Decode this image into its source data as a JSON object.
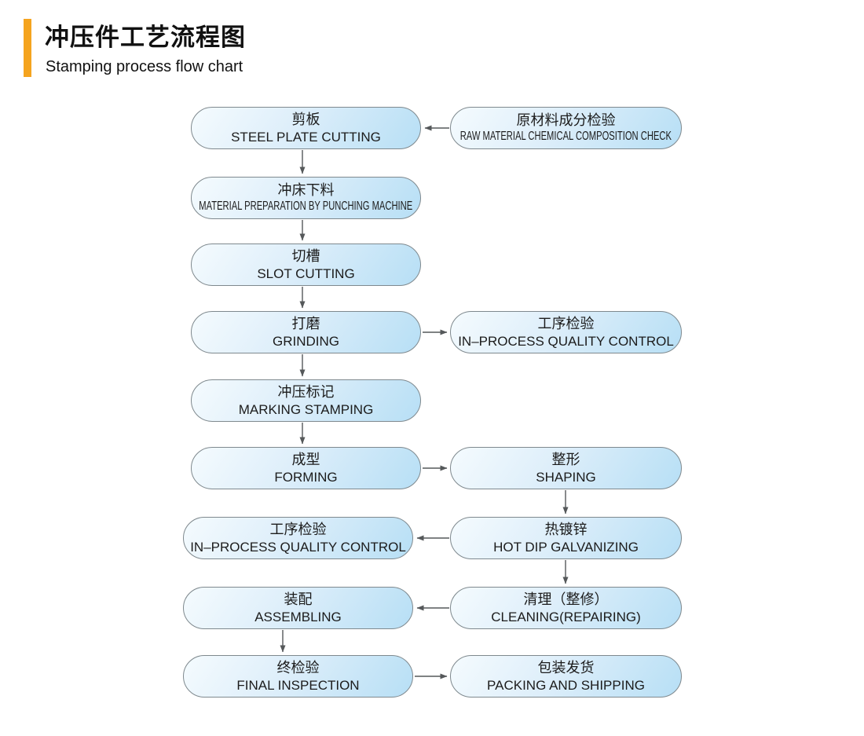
{
  "header": {
    "title": "冲压件工艺流程图",
    "subtitle": "Stamping process flow chart",
    "accent_color": "#F5A41F"
  },
  "colors": {
    "box_gradient_start": "#F5FBFE",
    "box_gradient_end": "#B7DFF5",
    "box_border": "#7F898E",
    "arrow": "#55585A",
    "text": "#1C1C1C"
  },
  "nodes": [
    {
      "id": "steel-plate-cutting",
      "zh": "剪板",
      "en": "STEEL PLATE CUTTING"
    },
    {
      "id": "raw-material-check",
      "zh": "原材料成分检验",
      "en": "RAW MATERIAL CHEMICAL COMPOSITION CHECK"
    },
    {
      "id": "material-preparation",
      "zh": "冲床下料",
      "en": "MATERIAL PREPARATION BY PUNCHING MACHINE"
    },
    {
      "id": "slot-cutting",
      "zh": "切槽",
      "en": "SLOT CUTTING"
    },
    {
      "id": "grinding",
      "zh": "打磨",
      "en": "GRINDING"
    },
    {
      "id": "in-process-qc-1",
      "zh": "工序检验",
      "en": "IN–PROCESS QUALITY CONTROL"
    },
    {
      "id": "marking-stamping",
      "zh": "冲压标记",
      "en": "MARKING STAMPING"
    },
    {
      "id": "forming",
      "zh": "成型",
      "en": "FORMING"
    },
    {
      "id": "shaping",
      "zh": "整形",
      "en": "SHAPING"
    },
    {
      "id": "in-process-qc-2",
      "zh": "工序检验",
      "en": "IN–PROCESS QUALITY CONTROL"
    },
    {
      "id": "hot-dip-galvanizing",
      "zh": "热镀锌",
      "en": "HOT DIP GALVANIZING"
    },
    {
      "id": "assembling",
      "zh": "装配",
      "en": "ASSEMBLING"
    },
    {
      "id": "cleaning-repairing",
      "zh": "清理（整修）",
      "en": "CLEANING(REPAIRING)"
    },
    {
      "id": "final-inspection",
      "zh": "终检验",
      "en": "FINAL INSPECTION"
    },
    {
      "id": "packing-shipping",
      "zh": "包装发货",
      "en": "PACKING AND SHIPPING"
    }
  ],
  "edges": [
    {
      "from": "raw-material-check",
      "to": "steel-plate-cutting"
    },
    {
      "from": "steel-plate-cutting",
      "to": "material-preparation"
    },
    {
      "from": "material-preparation",
      "to": "slot-cutting"
    },
    {
      "from": "slot-cutting",
      "to": "grinding"
    },
    {
      "from": "grinding",
      "to": "in-process-qc-1"
    },
    {
      "from": "grinding",
      "to": "marking-stamping"
    },
    {
      "from": "marking-stamping",
      "to": "forming"
    },
    {
      "from": "forming",
      "to": "shaping"
    },
    {
      "from": "shaping",
      "to": "hot-dip-galvanizing"
    },
    {
      "from": "hot-dip-galvanizing",
      "to": "in-process-qc-2"
    },
    {
      "from": "hot-dip-galvanizing",
      "to": "cleaning-repairing"
    },
    {
      "from": "cleaning-repairing",
      "to": "assembling"
    },
    {
      "from": "assembling",
      "to": "final-inspection"
    },
    {
      "from": "final-inspection",
      "to": "packing-shipping"
    }
  ]
}
